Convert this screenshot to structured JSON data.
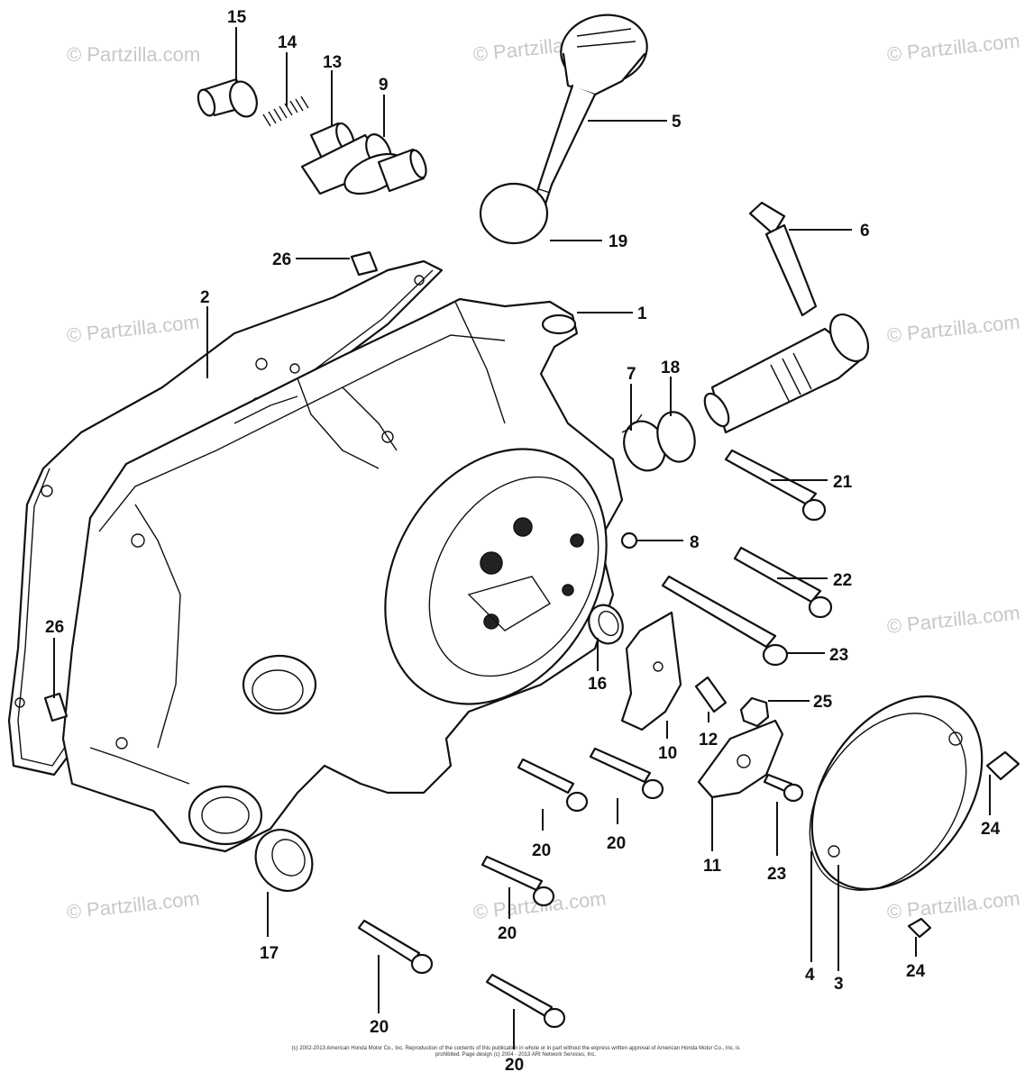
{
  "watermark": "© Partzilla.com",
  "callouts": [
    {
      "id": "c1",
      "label": "1"
    },
    {
      "id": "c2",
      "label": "2"
    },
    {
      "id": "c3",
      "label": "3"
    },
    {
      "id": "c4",
      "label": "4"
    },
    {
      "id": "c5",
      "label": "5"
    },
    {
      "id": "c6",
      "label": "6"
    },
    {
      "id": "c7",
      "label": "7"
    },
    {
      "id": "c8",
      "label": "8"
    },
    {
      "id": "c9",
      "label": "9"
    },
    {
      "id": "c10",
      "label": "10"
    },
    {
      "id": "c11",
      "label": "11"
    },
    {
      "id": "c12",
      "label": "12"
    },
    {
      "id": "c13",
      "label": "13"
    },
    {
      "id": "c14",
      "label": "14"
    },
    {
      "id": "c15",
      "label": "15"
    },
    {
      "id": "c16",
      "label": "16"
    },
    {
      "id": "c17",
      "label": "17"
    },
    {
      "id": "c18",
      "label": "18"
    },
    {
      "id": "c19",
      "label": "19"
    },
    {
      "id": "c20a",
      "label": "20"
    },
    {
      "id": "c20b",
      "label": "20"
    },
    {
      "id": "c20c",
      "label": "20"
    },
    {
      "id": "c20d",
      "label": "20"
    },
    {
      "id": "c20e",
      "label": "20"
    },
    {
      "id": "c21a",
      "label": "21"
    },
    {
      "id": "c21b",
      "label": "21"
    },
    {
      "id": "c22",
      "label": "22"
    },
    {
      "id": "c23",
      "label": "23"
    },
    {
      "id": "c24a",
      "label": "24"
    },
    {
      "id": "c24b",
      "label": "24"
    },
    {
      "id": "c25",
      "label": "25"
    },
    {
      "id": "c26a",
      "label": "26"
    },
    {
      "id": "c26b",
      "label": "26"
    }
  ],
  "copyright": "(c) 2002-2013 American Honda Motor Co., Inc. Reproduction of the contents of this publication in whole or in part without the express written approval of American Honda Motor Co., Inc. is prohibited. Page design (c) 2004 - 2013 ARI Network Services, Inc."
}
